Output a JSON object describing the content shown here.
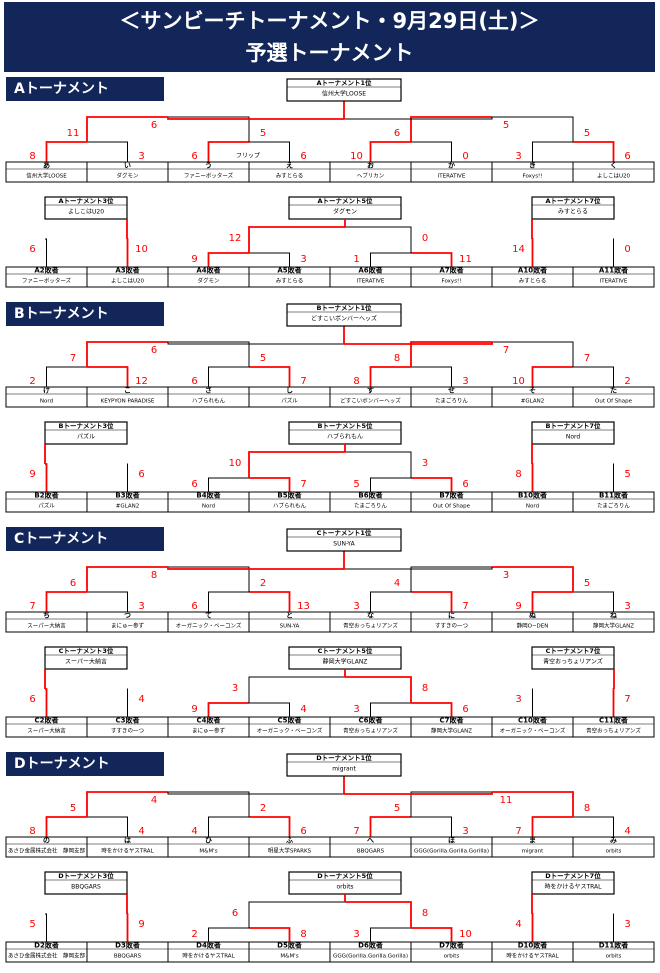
{
  "header": {
    "title": "＜サンビーチトーナメント・9月29日(土)＞",
    "subtitle": "予選トーナメント"
  },
  "colors": {
    "navy": "#13265a",
    "win": "#ff0000",
    "line": "#000000"
  },
  "sections": [
    {
      "id": "a",
      "label": "Aトーナメント",
      "first_box": {
        "title": "Aトーナメント1位",
        "team": "信州大学LOOSE"
      },
      "first_scores": [
        "6",
        "5"
      ],
      "upper": {
        "seeds": [
          "あ",
          "い",
          "う",
          "え",
          "お",
          "か",
          "き",
          "く"
        ],
        "teams": [
          "信州大学LOOSE",
          "ダグモン",
          "ファニーボッターズ",
          "みすとらる",
          "ヘブリカン",
          "ITERATIVE",
          "Foxys!!",
          "よしこはU20"
        ],
        "scores": [
          "8",
          "3",
          "6",
          "6",
          "10",
          "0",
          "3",
          "6"
        ],
        "semi_scores": [
          "11",
          "5",
          "6",
          "5"
        ],
        "note": "フリップ"
      },
      "lower": {
        "boxes": [
          {
            "title": "Aトーナメント3位",
            "team": "よしこはU20"
          },
          {
            "title": "Aトーナメント5位",
            "team": "ダグモン"
          },
          {
            "title": "Aトーナメント7位",
            "team": "みすとらる"
          }
        ],
        "seeds": [
          "A2敗者",
          "A3敗者",
          "A4敗者",
          "A5敗者",
          "A6敗者",
          "A7敗者",
          "A10敗者",
          "A11敗者"
        ],
        "teams": [
          "ファニーボッターズ",
          "よしこはU20",
          "ダグモン",
          "みすとらる",
          "ITERATIVE",
          "Foxys!!",
          "みすとらる",
          "ITERATIVE"
        ],
        "scores": [
          "6",
          "10",
          "9",
          "3",
          "1",
          "11",
          "14",
          "0"
        ],
        "semi_scores": [
          "12",
          "0"
        ]
      }
    },
    {
      "id": "b",
      "label": "Bトーナメント",
      "first_box": {
        "title": "Bトーナメント1位",
        "team": "どすこいボンバーヘッズ"
      },
      "first_scores": [
        "6",
        "7"
      ],
      "upper": {
        "seeds": [
          "け",
          "こ",
          "さ",
          "し",
          "す",
          "せ",
          "そ",
          "た"
        ],
        "teams": [
          "Nord",
          "KEYPYON PARADISE",
          "ハブられもん",
          "パズル",
          "どすこいボンバーヘッズ",
          "たまごろりん",
          "#GLAN2",
          "Out Of Shape"
        ],
        "scores": [
          "2",
          "12",
          "6",
          "7",
          "8",
          "3",
          "10",
          "2"
        ],
        "semi_scores": [
          "7",
          "5",
          "8",
          "7"
        ]
      },
      "lower": {
        "boxes": [
          {
            "title": "Bトーナメント3位",
            "team": "パズル"
          },
          {
            "title": "Bトーナメント5位",
            "team": "ハブられもん"
          },
          {
            "title": "Bトーナメント7位",
            "team": "Nord"
          }
        ],
        "seeds": [
          "B2敗者",
          "B3敗者",
          "B4敗者",
          "B5敗者",
          "B6敗者",
          "B7敗者",
          "B10敗者",
          "B11敗者"
        ],
        "teams": [
          "パズル",
          "#GLAN2",
          "Nord",
          "ハブられもん",
          "たまごろりん",
          "Out Of Shape",
          "Nord",
          "たまごろりん"
        ],
        "scores": [
          "9",
          "6",
          "6",
          "7",
          "5",
          "6",
          "8",
          "5"
        ],
        "semi_scores": [
          "10",
          "3"
        ]
      }
    },
    {
      "id": "c",
      "label": "Cトーナメント",
      "first_box": {
        "title": "Cトーナメント1位",
        "team": "SUN-YA"
      },
      "first_scores": [
        "8",
        "3"
      ],
      "upper": {
        "seeds": [
          "ち",
          "つ",
          "て",
          "と",
          "な",
          "に",
          "ぬ",
          "ね"
        ],
        "teams": [
          "スーパー大納言",
          "まにゅー参ず",
          "オーガニック・ベーコンズ",
          "SUN-YA",
          "青空おっちょリアンズ",
          "すすきの一つ",
          "静岡O−DEN",
          "静岡大学GLANZ"
        ],
        "scores": [
          "7",
          "3",
          "6",
          "13",
          "3",
          "7",
          "9",
          "3"
        ],
        "semi_scores": [
          "6",
          "2",
          "4",
          "5"
        ]
      },
      "lower": {
        "boxes": [
          {
            "title": "Cトーナメント3位",
            "team": "スーパー大納言"
          },
          {
            "title": "Cトーナメント5位",
            "team": "静岡大学GLANZ"
          },
          {
            "title": "Cトーナメント7位",
            "team": "青空おっちょリアンズ"
          }
        ],
        "seeds": [
          "C2敗者",
          "C3敗者",
          "C4敗者",
          "C5敗者",
          "C6敗者",
          "C7敗者",
          "C10敗者",
          "C11敗者"
        ],
        "teams": [
          "スーパー大納言",
          "すすきの一つ",
          "まにゅー参ず",
          "オーガニック・ベーコンズ",
          "青空おっちょリアンズ",
          "静岡大学GLANZ",
          "オーガニック・ベーコンズ",
          "青空おっちょリアンズ"
        ],
        "scores": [
          "6",
          "4",
          "9",
          "4",
          "3",
          "6",
          "3",
          "7"
        ],
        "semi_scores": [
          "3",
          "8"
        ]
      }
    },
    {
      "id": "d",
      "label": "Dトーナメント",
      "first_box": {
        "title": "Dトーナメント1位",
        "team": "migrant"
      },
      "first_scores": [
        "4",
        "11"
      ],
      "upper": {
        "seeds": [
          "の",
          "は",
          "ひ",
          "ふ",
          "へ",
          "ほ",
          "ま",
          "み"
        ],
        "teams": [
          "あさひ金属株式会社　静岡支部",
          "時をかけるヤスTRAL",
          "M&M's",
          "明星大学SPARKS",
          "BBQGARS",
          "GGG(Gorilla.Gorilla.Gorilla)",
          "migrant",
          "orbits"
        ],
        "scores": [
          "8",
          "4",
          "4",
          "6",
          "7",
          "3",
          "7",
          "4"
        ],
        "semi_scores": [
          "5",
          "2",
          "5",
          "8"
        ]
      },
      "lower": {
        "boxes": [
          {
            "title": "Dトーナメント3位",
            "team": "BBQGARS"
          },
          {
            "title": "Dトーナメント5位",
            "team": "orbits"
          },
          {
            "title": "Dトーナメント7位",
            "team": "時をかけるヤスTRAL"
          }
        ],
        "seeds": [
          "D2敗者",
          "D3敗者",
          "D4敗者",
          "D5敗者",
          "D6敗者",
          "D7敗者",
          "D10敗者",
          "D11敗者"
        ],
        "teams": [
          "あさひ金属株式会社　静岡支部",
          "BBQGARS",
          "時をかけるヤスTRAL",
          "M&M's",
          "GGG(Gorilla.Gorilla.Gorilla)",
          "orbits",
          "時をかけるヤスTRAL",
          "orbits"
        ],
        "scores": [
          "5",
          "9",
          "2",
          "8",
          "3",
          "10",
          "4",
          "3"
        ],
        "semi_scores": [
          "6",
          "8"
        ]
      }
    }
  ]
}
